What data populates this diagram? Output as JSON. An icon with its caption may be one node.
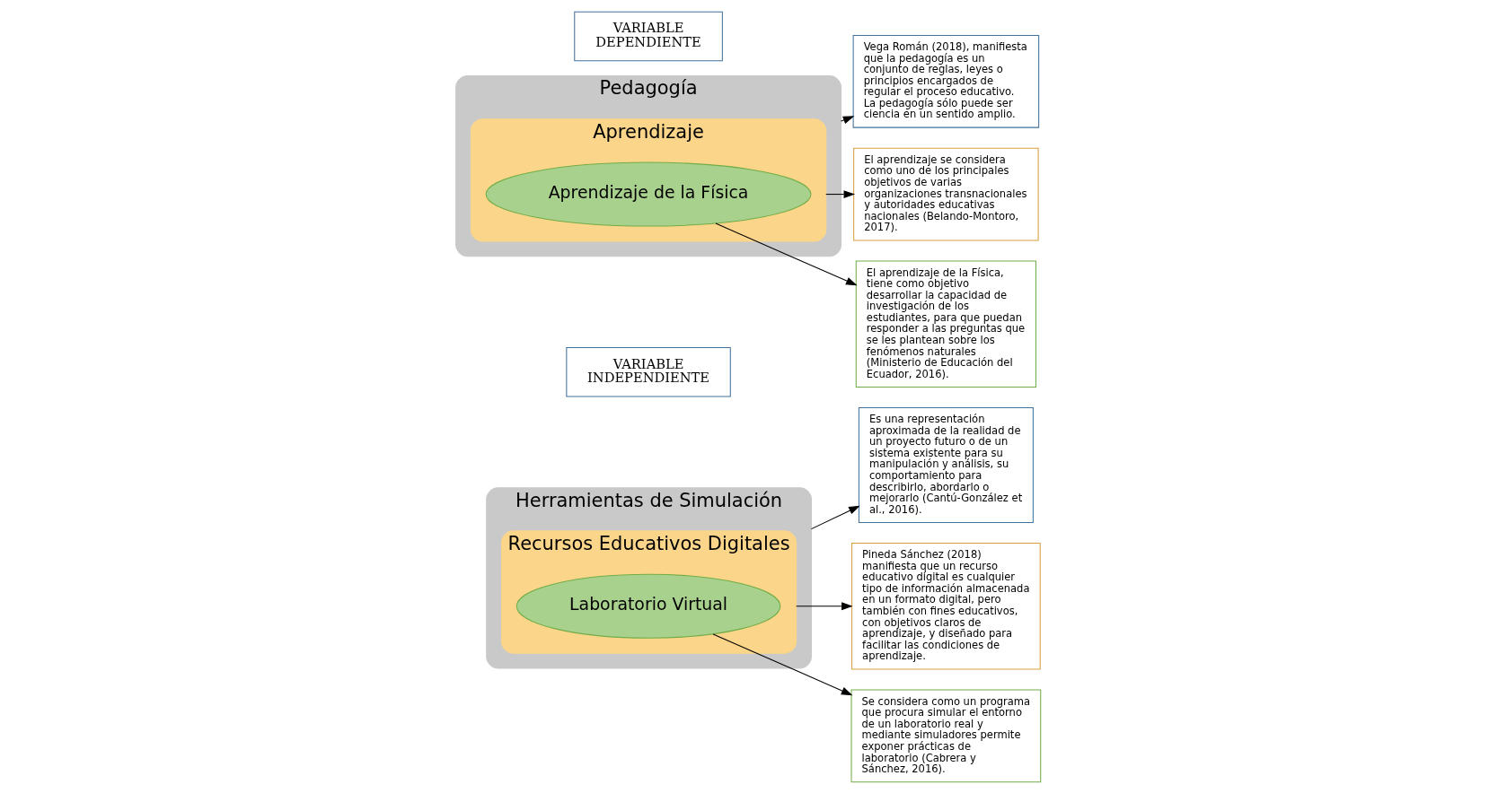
{
  "diagram": {
    "nodes": [
      {
        "text": [
          "Herramientas de Simulación"
        ]
      },
      {
        "text": [
          "Recursos Educativos Digitales"
        ],
        "in": 0
      },
      {
        "text": [
          "Laboratorio Virtual"
        ],
        "in": 1
      },
      {
        "text": [
          "Es una representación aproximada de la realidad de un proyecto futuro o de un sistema existente para su manipulación y análisis, su comportamiento para describirlo, abordarlo o mejorarlo (Cantú-González et al., 2016)."
        ]
      },
      {
        "text": [
          "Pineda Sánchez (2018) manifiesta que un recurso educativo digital es cualquier tipo de información almacenada en un formato digital, pero también con fines educativos, con objetivos claros de aprendizaje, y diseñado para facilitar las condiciones de aprendizaje."
        ]
      },
      {
        "text": [
          "Se considera como un programa que procura simular el entorno de un laboratorio real y mediante simuladores permite exponer prácticas de laboratorio (Cabrera y Sánchez, 2016)."
        ]
      },
      {
        "text": [
          "VARIABLE",
          "INDEPENDIENTE"
        ]
      },
      {
        "text": [
          "Pedagogía"
        ]
      },
      {
        "text": [
          "Aprendizaje"
        ],
        "in": 7
      },
      {
        "text": [
          "Aprendizaje de la Física"
        ],
        "in": 8
      },
      {
        "text": [
          "Vega Román (2018), manifiesta que la pedagogía es un conjunto de reglas, leyes o principios encargados de regular el proceso educativo. La pedagogía sólo puede ser ciencia en un sentido amplio."
        ]
      },
      {
        "text": [
          "El aprendizaje se considera como uno de los principales objetivos de varias organizaciones transnacionales y autoridades educativas nacionales (Belando-Montoro, 2017)."
        ]
      },
      {
        "text": [
          "El aprendizaje de la Física, tiene como objetivo desarrollar la capacidad de investigación de los estudiantes, para que puedan responder a las preguntas que se les plantean sobre los fenómenos naturales (Ministerio de Educación del Ecuador, 2016)."
        ]
      },
      {
        "text": [
          "VARIABLE",
          "DEPENDIENTE"
        ]
      }
    ],
    "edges": [
      {
        "from": 0,
        "to": 3,
        "arrow": "to"
      },
      {
        "from": 1,
        "to": 4,
        "arrow": "to"
      },
      {
        "from": 2,
        "to": 5,
        "arrow": "to"
      },
      {
        "from": 7,
        "to": 10,
        "arrow": "to"
      },
      {
        "from": 8,
        "to": 11,
        "arrow": "to"
      },
      {
        "from": 9,
        "to": 12,
        "arrow": "to"
      }
    ]
  }
}
